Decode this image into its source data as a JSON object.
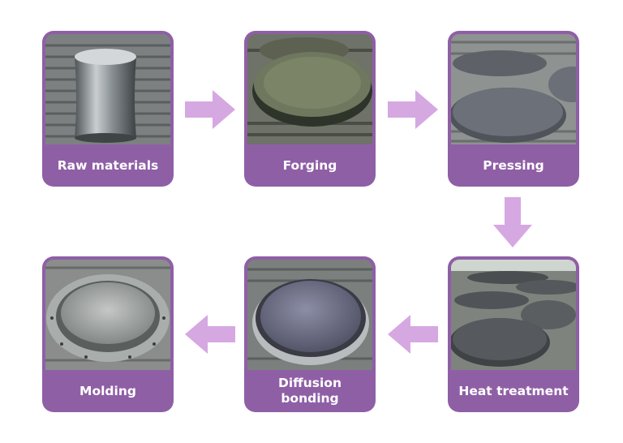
{
  "steps": [
    {
      "label": "Raw materials"
    },
    {
      "label": "Forging"
    },
    {
      "label": "Pressing"
    },
    {
      "label": "Heat treatment"
    },
    {
      "label": "Diffusion\nbonding"
    },
    {
      "label": "Molding"
    }
  ],
  "colors": {
    "card": "#8f5fa6",
    "arrow": "#d6a8e2",
    "label_text": "#ffffff"
  }
}
